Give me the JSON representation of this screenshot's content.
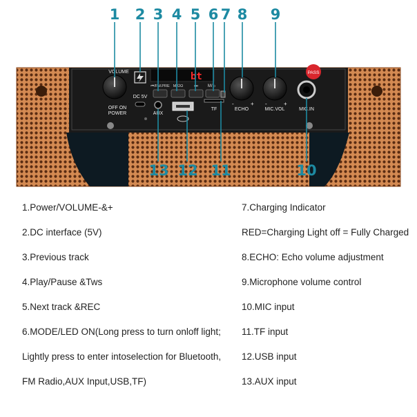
{
  "callouts": {
    "top": [
      "1",
      "2",
      "3",
      "4",
      "5",
      "6",
      "7",
      "8",
      "9"
    ],
    "bottom": [
      "13",
      "12",
      "11",
      "10"
    ]
  },
  "panel": {
    "volume": "VOLUME",
    "off_on": "OFF  ON",
    "power": "POWER",
    "dc": "DC 5V",
    "aux": "AUX",
    "tf": "TF",
    "echo": "ECHO",
    "mic_vol": "MIC.VOL",
    "mic_in": "MIC.IN",
    "pass": "PASS",
    "display": "bt",
    "btn1": "⏮/FM.PRE",
    "btn2": "M/⏻Ω",
    "btn3": "⏭",
    "btn4": "M/☼"
  },
  "legend": {
    "left": [
      "1.Power/VOLUME-&+",
      "2.DC interface (5V)",
      "3.Previous track",
      "4.Play/Pause &Tws",
      "5.Next track &REC",
      "6.MODE/LED ON(Long press to turn onloff light;",
      "Lightly press to enter intoselection for Bluetooth,",
      "FM Radio,AUX Input,USB,TF)"
    ],
    "right": [
      "7.Charging Indicator",
      "RED=Charging Light off = Fully Charged",
      "8.ECHO: Echo volume adjustment",
      "9.Microphone volume control",
      "10.MIC input",
      "11.TF input",
      "12.USB input",
      "13.AUX input"
    ]
  },
  "colors": {
    "callout": "#1d8aa2",
    "speaker_grille": "#d48a52",
    "panel": "#1a1a1a",
    "text": "#222222"
  }
}
